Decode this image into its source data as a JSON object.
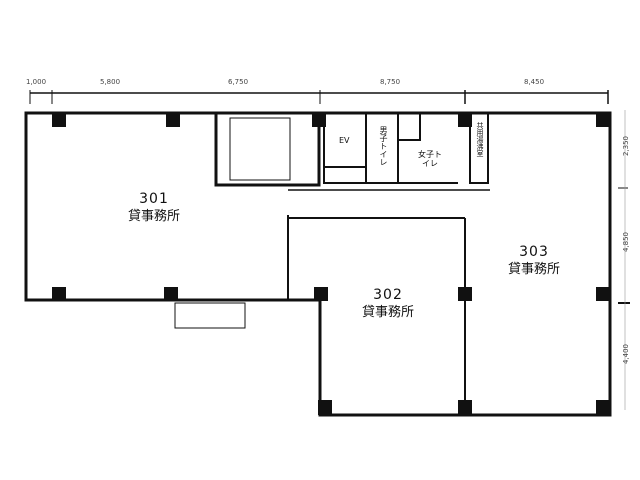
{
  "dimensions": {
    "top": [
      "1,000",
      "5,800",
      "6,750",
      "8,750",
      "8,450"
    ],
    "right": [
      "2,350",
      "4,850",
      "4,400"
    ]
  },
  "rooms": [
    {
      "number": "301",
      "label": "貸事務所"
    },
    {
      "number": "302",
      "label": "貸事務所"
    },
    {
      "number": "303",
      "label": "貸事務所"
    }
  ],
  "facilities": {
    "elevator": "EV",
    "mens_toilet": "男子トイレ",
    "womens_toilet": "女子トイレ",
    "kitchenette": "共用湯沸室"
  }
}
